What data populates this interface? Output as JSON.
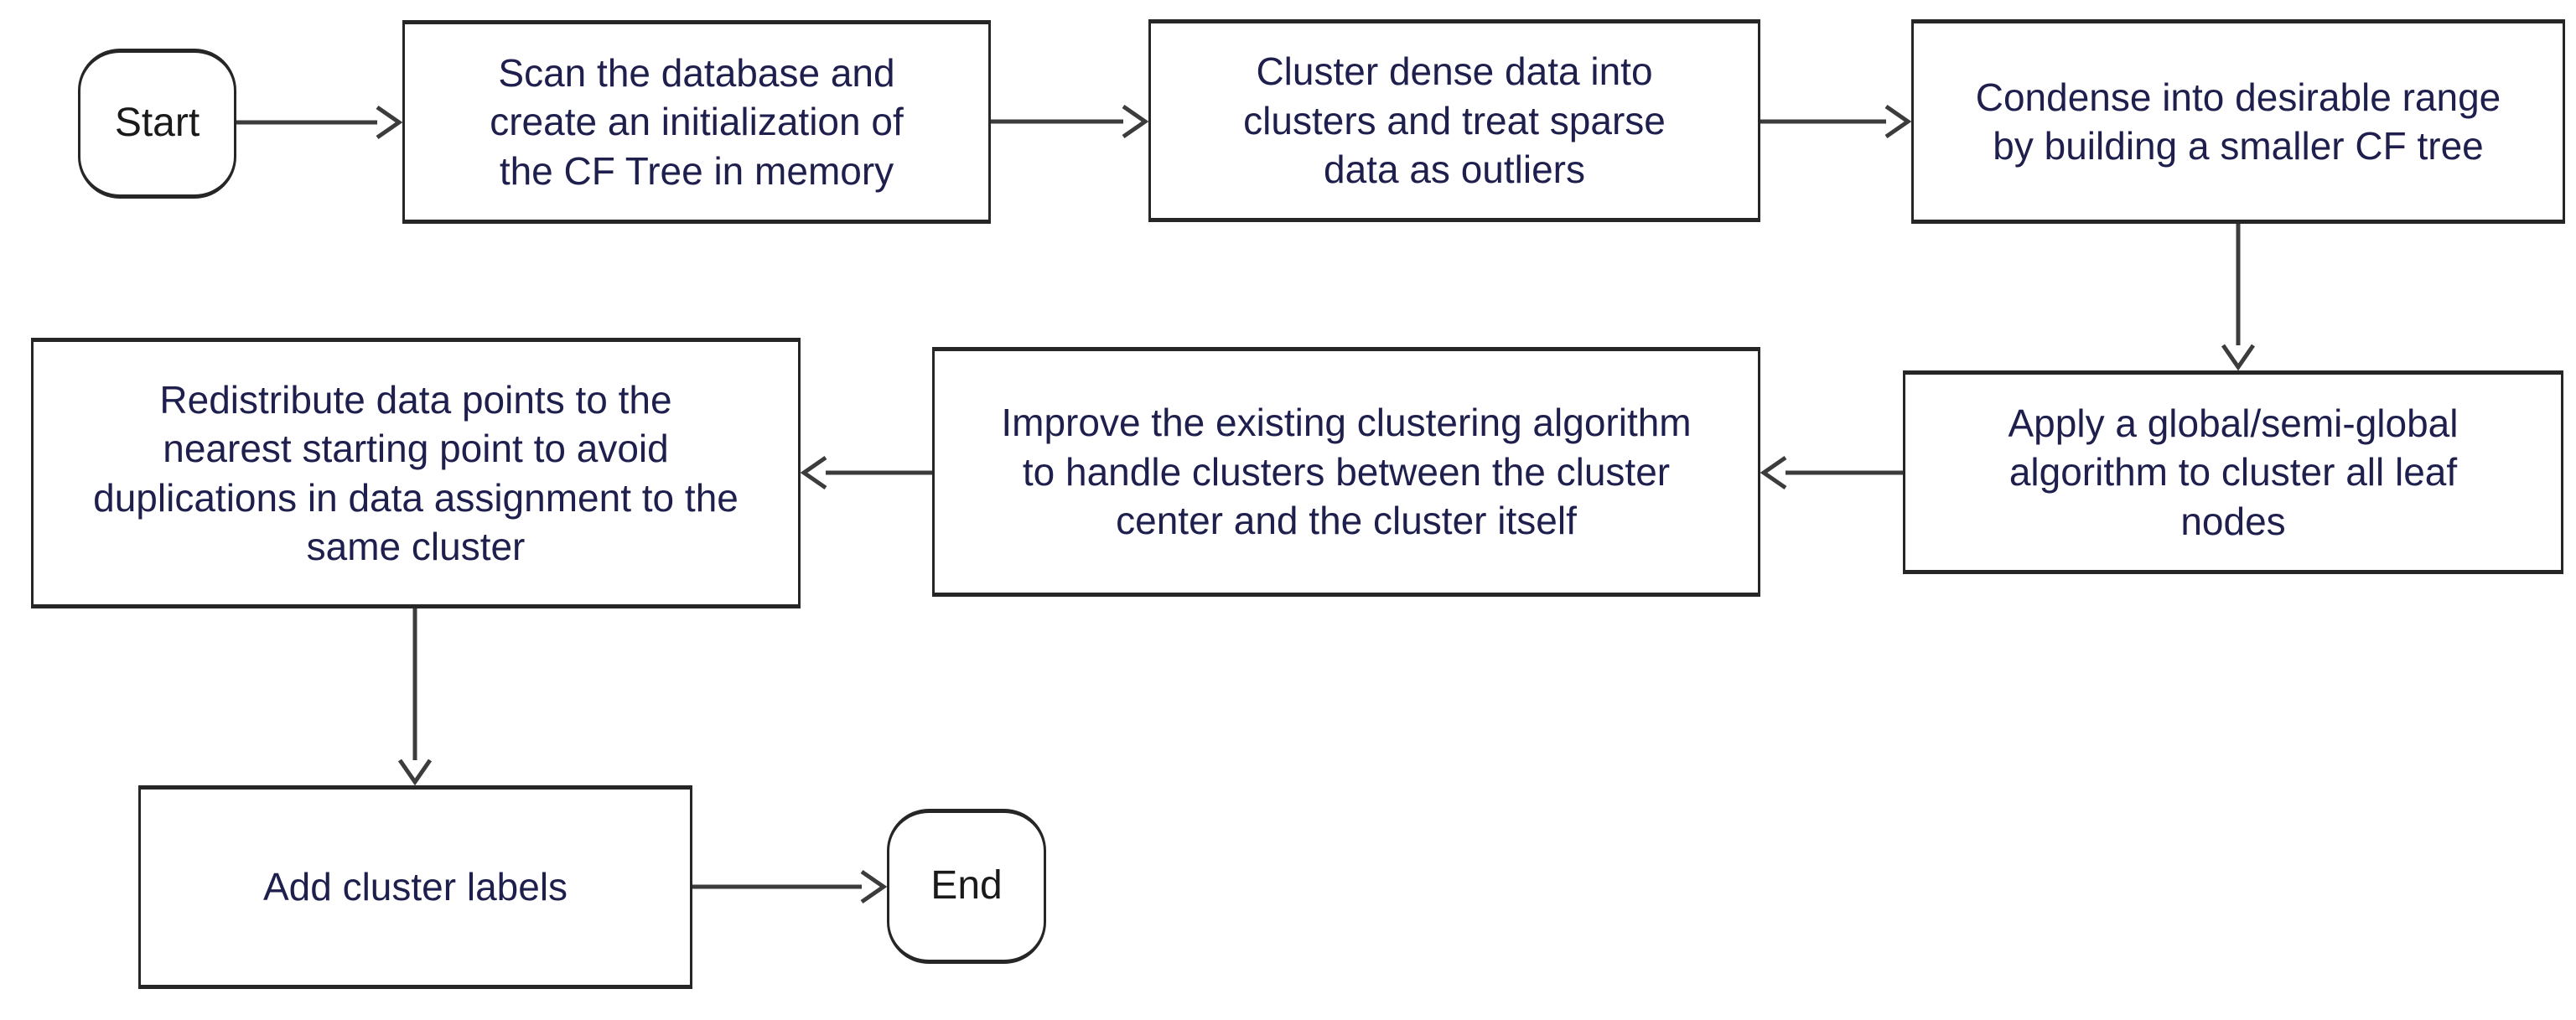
{
  "nodes": [
    {
      "id": "start",
      "type": "terminator",
      "label": "Start"
    },
    {
      "id": "scan",
      "type": "process",
      "label": "Scan the database and create an initialization of the CF Tree in memory"
    },
    {
      "id": "cluster",
      "type": "process",
      "label": "Cluster dense data into clusters and treat sparse data as outliers"
    },
    {
      "id": "condense",
      "type": "process",
      "label": "Condense into desirable range by building a smaller CF tree"
    },
    {
      "id": "apply",
      "type": "process",
      "label": "Apply a global/semi-global algorithm to cluster all leaf nodes"
    },
    {
      "id": "improve",
      "type": "process",
      "label": "Improve the existing clustering algorithm to handle clusters between the cluster center and the cluster itself"
    },
    {
      "id": "redistribute",
      "type": "process",
      "label": "Redistribute data points to the nearest starting point to avoid duplications in data assignment to the same cluster"
    },
    {
      "id": "add-labels",
      "type": "process",
      "label": "Add cluster labels"
    },
    {
      "id": "end",
      "type": "terminator",
      "label": "End"
    }
  ],
  "edges": [
    {
      "from": "start",
      "to": "scan"
    },
    {
      "from": "scan",
      "to": "cluster"
    },
    {
      "from": "cluster",
      "to": "condense"
    },
    {
      "from": "condense",
      "to": "apply"
    },
    {
      "from": "apply",
      "to": "improve"
    },
    {
      "from": "improve",
      "to": "redistribute"
    },
    {
      "from": "redistribute",
      "to": "add-labels"
    },
    {
      "from": "add-labels",
      "to": "end"
    }
  ],
  "colors": {
    "background": "#ffffff",
    "process_text": "#1f1f4e",
    "terminator_text": "#1a1a1a",
    "border": "#262626",
    "arrow": "#3c3c3c"
  }
}
